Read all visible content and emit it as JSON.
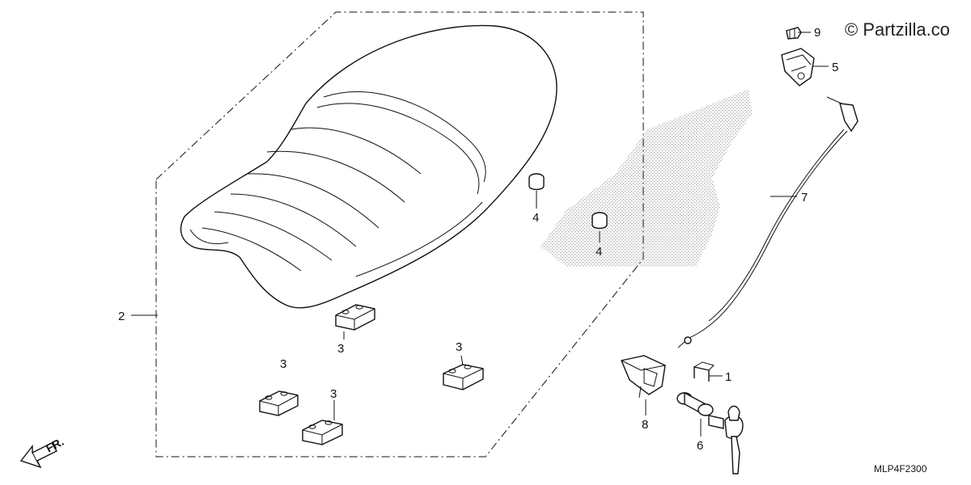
{
  "watermark": "© Partzilla.co",
  "diagram_code": "MLP4F2300",
  "front_indicator": "FR.",
  "callouts": {
    "c1": "1",
    "c2": "2",
    "c3a": "3",
    "c3b": "3",
    "c3c": "3",
    "c3d": "3",
    "c4a": "4",
    "c4b": "4",
    "c5": "5",
    "c6": "6",
    "c7": "7",
    "c8": "8",
    "c9": "9"
  }
}
